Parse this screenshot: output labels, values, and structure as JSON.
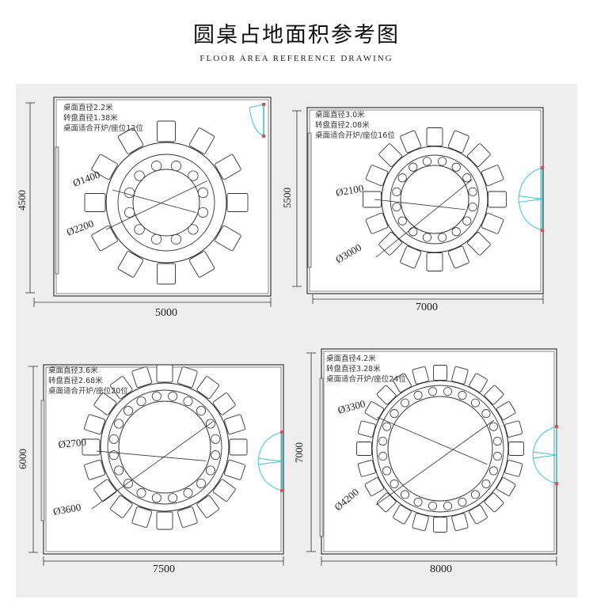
{
  "header": {
    "title": "圆桌占地面积参考图",
    "subtitle": "FLOOR AREA REFERENCE DRAWING"
  },
  "colors": {
    "background": "#eeeeee",
    "line": "#333333",
    "door": "#3cc6d4",
    "door_hinge": "#e05050"
  },
  "diagrams": [
    {
      "id": "d1",
      "notes": [
        "桌面直径2.2米",
        "转盘直径1.38米",
        "桌面适合开炉/座位12位"
      ],
      "inner_label": "Ø1400",
      "outer_label": "Ø2200",
      "width_label": "5000",
      "height_label": "4500",
      "seats": 12,
      "inner_circles": 12
    },
    {
      "id": "d2",
      "notes": [
        "桌面直径3.0米",
        "转盘直径2.08米",
        "桌面适合开炉/座位16位"
      ],
      "inner_label": "Ø2100",
      "outer_label": "Ø3000",
      "width_label": "7000",
      "height_label": "5500",
      "seats": 16,
      "inner_circles": 16
    },
    {
      "id": "d3",
      "notes": [
        "桌面直径3.6米",
        "转盘直径2.68米",
        "桌面适合开炉/座位20位"
      ],
      "inner_label": "Ø2700",
      "outer_label": "Ø3600",
      "width_label": "7500",
      "height_label": "6000",
      "seats": 20,
      "inner_circles": 20
    },
    {
      "id": "d4",
      "notes": [
        "桌面直径4.2米",
        "转盘直径3.28米",
        "桌面适合开炉/座位24位"
      ],
      "inner_label": "Ø3300",
      "outer_label": "Ø4200",
      "width_label": "8000",
      "height_label": "7000",
      "seats": 24,
      "inner_circles": 24
    }
  ]
}
